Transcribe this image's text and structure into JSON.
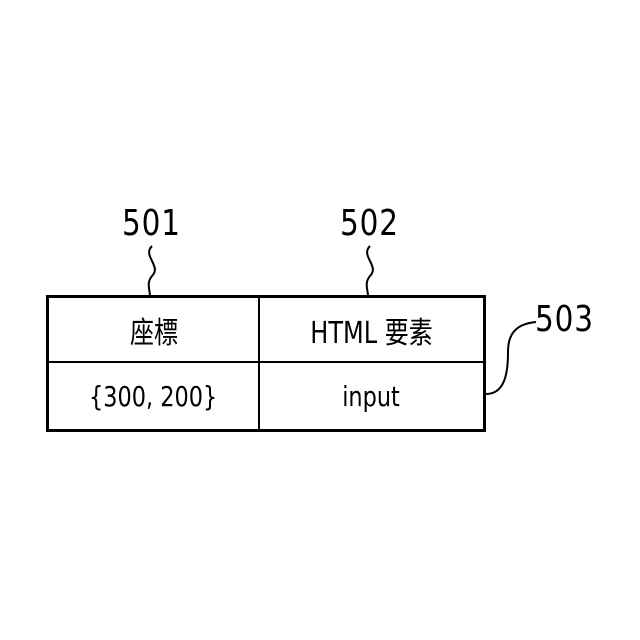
{
  "references": {
    "table_columns_coord": "501",
    "table_columns_element": "502",
    "table": "503"
  },
  "table": {
    "headers": [
      "座標",
      "HTML 要素"
    ],
    "rows": [
      [
        "{300, 200}",
        "input"
      ]
    ]
  }
}
